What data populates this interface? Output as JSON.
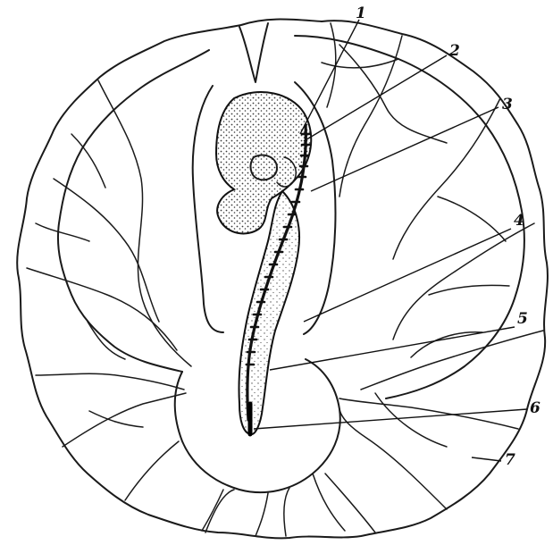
{
  "labels": [
    {
      "id": "1",
      "text": "1"
    },
    {
      "id": "2",
      "text": "2"
    },
    {
      "id": "3",
      "text": "3"
    },
    {
      "id": "4",
      "text": "4"
    },
    {
      "id": "5",
      "text": "5"
    },
    {
      "id": "6",
      "text": "6"
    },
    {
      "id": "7",
      "text": "7"
    }
  ],
  "colors": {
    "ink": "#1a1a1a",
    "stipple": "#3a3a3a",
    "background": "#ffffff"
  }
}
